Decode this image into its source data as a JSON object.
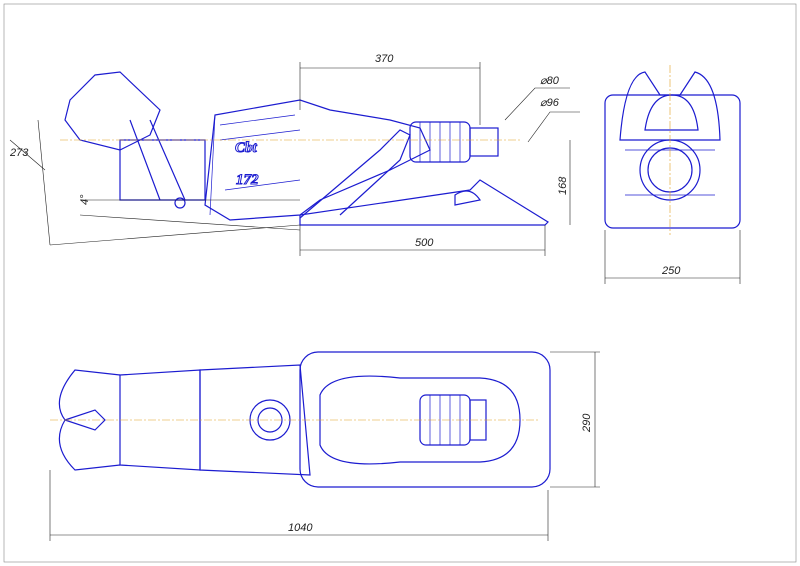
{
  "drawing": {
    "logo_text": "Cbt",
    "model_number": "172",
    "dimensions": {
      "length_top": "370",
      "diameter_outer": "⌀80",
      "diameter_inner": "⌀96",
      "diagonal": "273",
      "angle": "4°",
      "height": "168",
      "base_length": "500",
      "front_width": "250",
      "plan_width": "290",
      "total_length": "1040"
    },
    "colors": {
      "line": "#1c1cd0",
      "dimension": "#222222",
      "centerline": "#e0a020"
    }
  }
}
